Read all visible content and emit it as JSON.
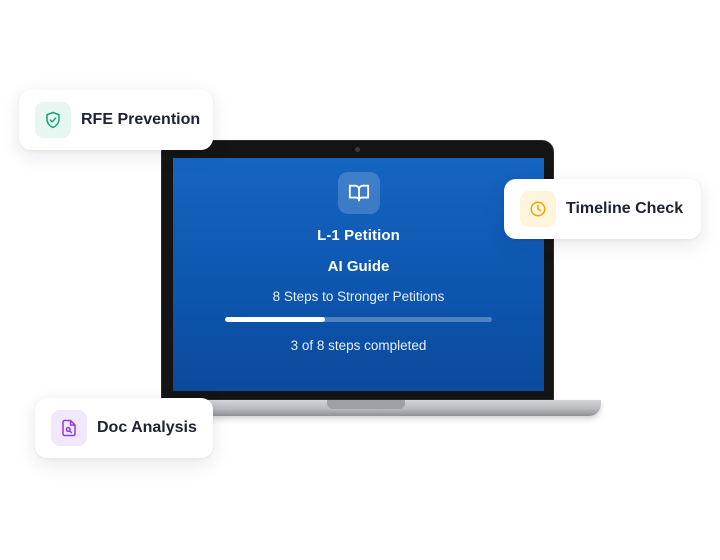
{
  "screen": {
    "title": "L-1 Petition",
    "subtitle": "AI Guide",
    "steps_text": "8 Steps to Stronger Petitions",
    "progress_fraction": 0.375,
    "completed_text": "3 of 8 steps completed",
    "icon": "book-open-icon"
  },
  "cards": {
    "rfe": {
      "label": "RFE Prevention",
      "icon": "shield-check-icon",
      "accent": "#16a37a",
      "tint": "#e6f6f0"
    },
    "timeline": {
      "label": "Timeline Check",
      "icon": "clock-icon",
      "accent": "#f0a500",
      "tint": "#fff4dc"
    },
    "doc": {
      "label": "Doc Analysis",
      "icon": "document-search-icon",
      "accent": "#8b3fd9",
      "tint": "#f1e8fc"
    }
  },
  "colors": {
    "screen_top": "#1565c0",
    "screen_bottom": "#0b4a9c"
  }
}
